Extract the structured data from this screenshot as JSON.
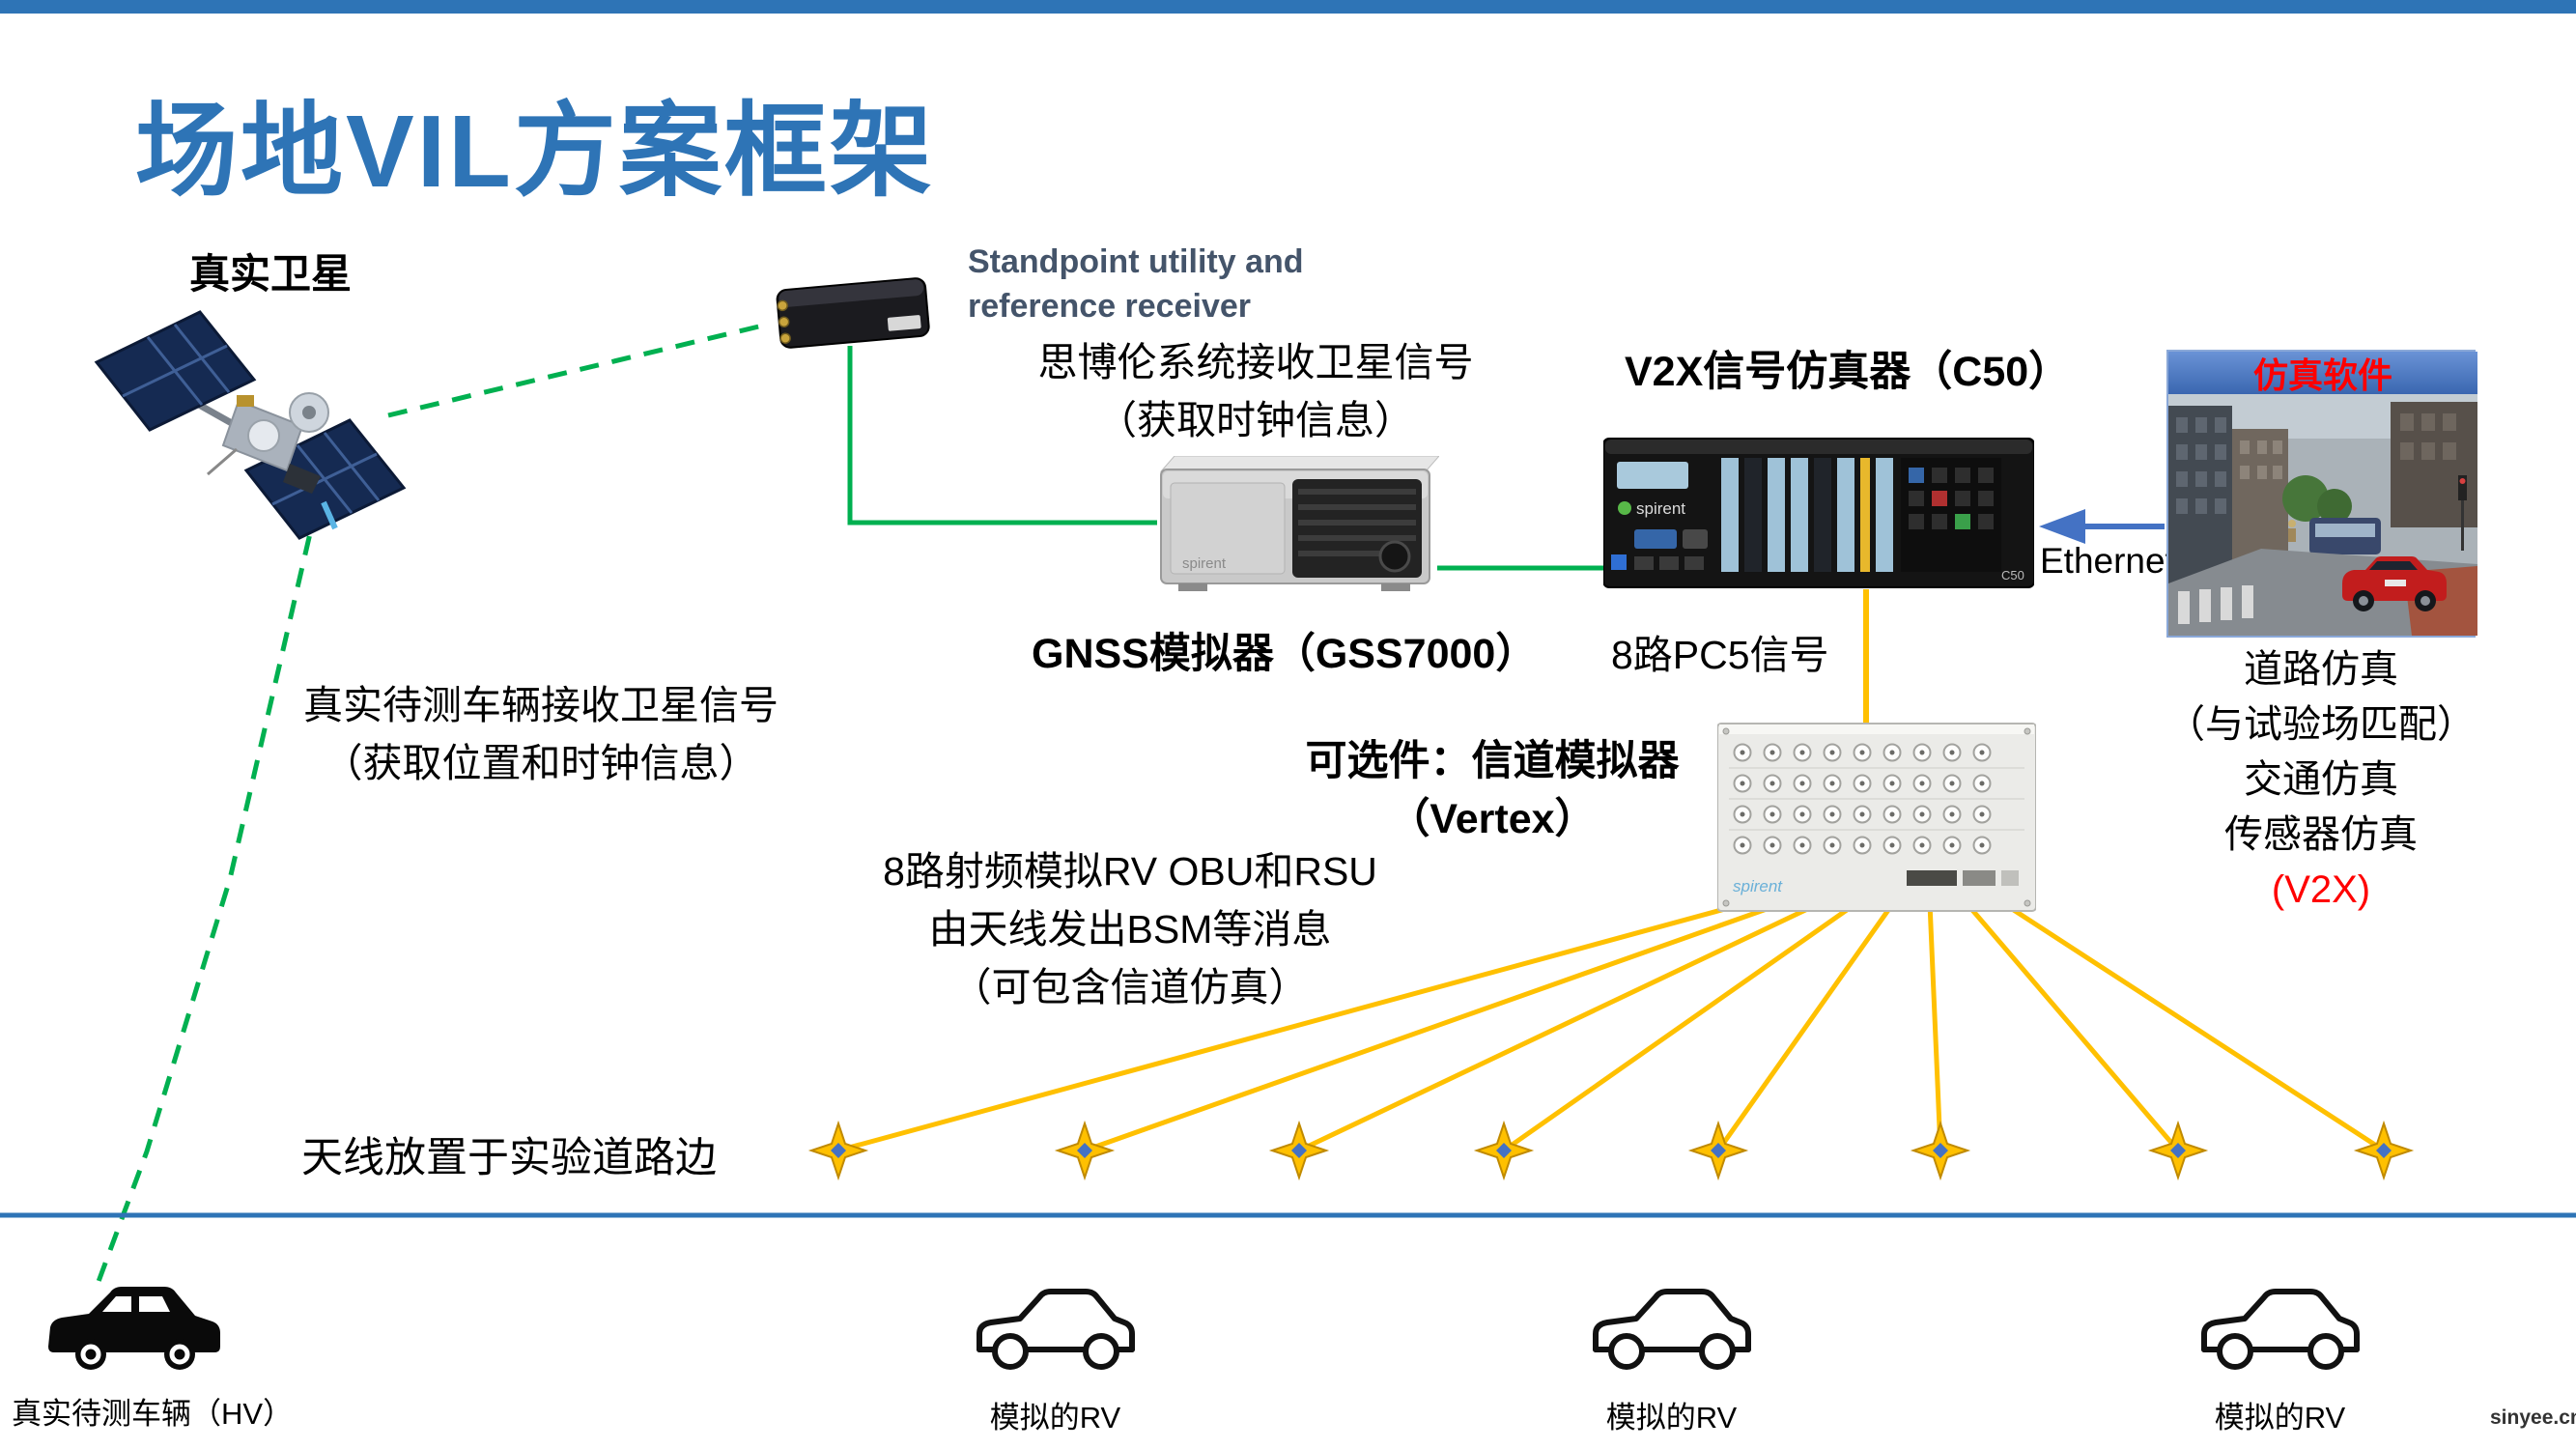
{
  "title": "场地VIL方案框架",
  "satellite": {
    "label": "真实卫星"
  },
  "receiver": {
    "name_line1": "Standpoint utility and",
    "name_line2": "reference receiver",
    "desc_line1": "思博伦系统接收卫星信号",
    "desc_line2": "（获取时钟信息）"
  },
  "gnss": {
    "label": "GNSS模拟器（GSS7000）",
    "brand": "spirent"
  },
  "c50": {
    "label": "V2X信号仿真器（C50）",
    "pc5_label": "8路PC5信号",
    "brand": "spirent",
    "device_text": "C50"
  },
  "ethernet_label": "Ethernet",
  "software": {
    "header": "仿真软件",
    "desc": [
      "道路仿真",
      "（与试验场匹配）",
      "交通仿真",
      "传感器仿真"
    ],
    "desc_red": "(V2X)"
  },
  "vertex": {
    "label_line1": "可选件：信道模拟器",
    "label_line2": "（Vertex）",
    "brand": "spirent"
  },
  "hv_signal": {
    "line1": "真实待测车辆接收卫星信号",
    "line2": "（获取位置和时钟信息）"
  },
  "rf_note": {
    "line1": "8路射频模拟RV OBU和RSU",
    "line2": "由天线发出BSM等消息",
    "line3": "（可包含信道仿真）"
  },
  "antenna_note": "天线放置于实验道路边",
  "vehicles": {
    "hv": "真实待测车辆（HV）",
    "rv1": "模拟的RV",
    "rv2": "模拟的RV",
    "rv3": "模拟的RV"
  },
  "watermark": "sinyee.cn",
  "colors": {
    "title_blue": "#2E74B6",
    "signal_green": "#00B050",
    "rf_yellow": "#FFC000",
    "link_blue": "#4472C4",
    "accent_red": "#FF0000"
  }
}
